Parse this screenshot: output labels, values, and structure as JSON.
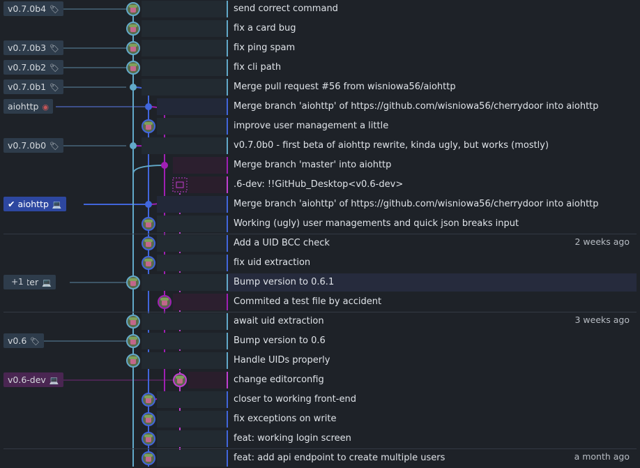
{
  "rows": [
    {
      "message": "send correct command",
      "date": "",
      "refs": [
        {
          "label": "v0.7.0b4",
          "kind": "tag",
          "icon": "tag-icon"
        }
      ]
    },
    {
      "message": "fix a card bug",
      "date": "",
      "refs": []
    },
    {
      "message": "fix ping spam",
      "date": "",
      "refs": [
        {
          "label": "v0.7.0b3",
          "kind": "tag",
          "icon": "tag-icon"
        }
      ]
    },
    {
      "message": "fix cli path",
      "date": "",
      "refs": [
        {
          "label": "v0.7.0b2",
          "kind": "tag",
          "icon": "tag-icon"
        }
      ]
    },
    {
      "message": "Merge pull request #56 from wisniowa56/aiohttp",
      "date": "",
      "refs": [
        {
          "label": "v0.7.0b1",
          "kind": "tag",
          "icon": "tag-icon"
        }
      ]
    },
    {
      "message": "Merge branch 'aiohttp' of https://github.com/wisniowa56/cherrydoor into aiohttp",
      "date": "",
      "refs": [
        {
          "label": "aiohttp",
          "kind": "remote-branch",
          "icon": "remote-avatar-icon"
        }
      ]
    },
    {
      "message": "improve user management a little",
      "date": "",
      "refs": []
    },
    {
      "message": "v0.7.0b0 - first beta of aiohttp rewrite, kinda ugly, but works (mostly)",
      "date": "",
      "refs": [
        {
          "label": "v0.7.0b0",
          "kind": "tag",
          "icon": "tag-icon"
        }
      ]
    },
    {
      "message": "Merge branch 'master' into aiohttp",
      "date": "",
      "refs": []
    },
    {
      "message": ".6-dev: !!GitHub_Desktop<v0.6-dev>",
      "date": "",
      "refs": []
    },
    {
      "message": "Merge branch 'aiohttp' of https://github.com/wisniowa56/cherrydoor into aiohttp",
      "date": "",
      "refs": [
        {
          "label": "aiohttp",
          "kind": "head",
          "icon": "laptop-icon"
        }
      ]
    },
    {
      "message": "Working (ugly) user managements and quick json breaks input",
      "date": "",
      "refs": []
    },
    {
      "message": "Add a UID BCC check",
      "date": "2 weeks ago",
      "refs": []
    },
    {
      "message": "fix uid extraction",
      "date": "",
      "refs": []
    },
    {
      "message": "Bump version to 0.6.1",
      "date": "",
      "refs": [
        {
          "label": "master",
          "kind": "branch",
          "icon": "laptop-icon"
        },
        {
          "label": "+1",
          "kind": "plus"
        }
      ]
    },
    {
      "message": "Commited a test file by accident",
      "date": "",
      "refs": []
    },
    {
      "message": "await uid extraction",
      "date": "3 weeks ago",
      "refs": []
    },
    {
      "message": "Bump version to 0.6",
      "date": "",
      "refs": [
        {
          "label": "v0.6",
          "kind": "tag",
          "icon": "tag-icon"
        }
      ]
    },
    {
      "message": "Handle UIDs properly",
      "date": "",
      "refs": []
    },
    {
      "message": "change editorconfig",
      "date": "",
      "refs": [
        {
          "label": "v0.6-dev",
          "kind": "branch-purple",
          "icon": "laptop-icon"
        }
      ]
    },
    {
      "message": "closer to working front-end",
      "date": "",
      "refs": []
    },
    {
      "message": "fix exceptions on write",
      "date": "",
      "refs": []
    },
    {
      "message": "feat: working login screen",
      "date": "",
      "refs": []
    },
    {
      "message": "feat: add api endpoint to create multiple users",
      "date": "a month ago",
      "refs": []
    }
  ],
  "selected_row": 14,
  "colors": {
    "lane_teal": "#62a9c9",
    "lane_blue": "#4166dc",
    "lane_purple": "#a01fb4",
    "lane_pink": "#c23fd2",
    "head_badge": "#2d47a0",
    "tag_badge": "#2e3c4b"
  }
}
